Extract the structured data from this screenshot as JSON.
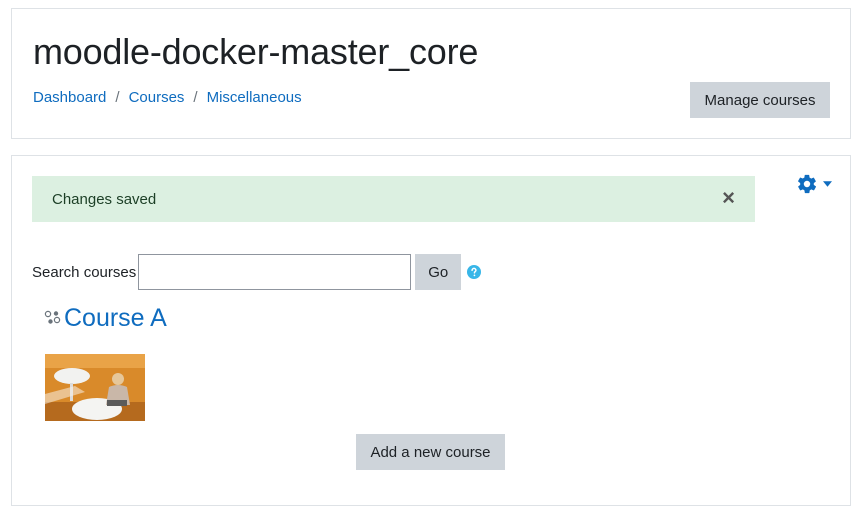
{
  "header": {
    "site_title": "moodle-docker-master_core",
    "breadcrumb": [
      {
        "label": "Dashboard"
      },
      {
        "label": "Courses"
      },
      {
        "label": "Miscellaneous"
      }
    ],
    "breadcrumb_separator": "/",
    "manage_courses_label": "Manage courses"
  },
  "main": {
    "alert": {
      "message": "Changes saved",
      "close_symbol": "×"
    },
    "search": {
      "label": "Search courses",
      "value": "",
      "go_label": "Go"
    },
    "course": {
      "title": "Course A"
    },
    "add_course_label": "Add a new course"
  },
  "icons": {
    "settings": "gear-icon",
    "dropdown": "caret-down-icon",
    "help": "question-circle-icon",
    "course": "course-icon",
    "close": "close-icon"
  },
  "colors": {
    "link": "#0f6cbf",
    "button_bg": "#ced4da",
    "alert_bg": "#dcf0e1",
    "alert_text": "#1c3f26",
    "help_icon": "#38b6e8"
  }
}
